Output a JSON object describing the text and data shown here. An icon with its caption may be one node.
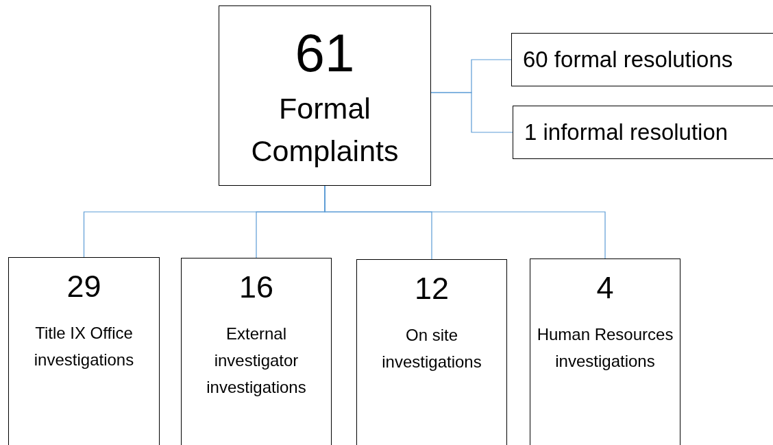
{
  "diagram": {
    "nodes": [
      {
        "text": [
          "61",
          "Formal Complaints"
        ]
      },
      {
        "text": [
          "60 formal resolutions"
        ]
      },
      {
        "text": [
          "1 informal resolution"
        ]
      },
      {
        "text": [
          "29",
          "Title IX Office investigations"
        ]
      },
      {
        "text": [
          "16",
          "External investigator investigations"
        ]
      },
      {
        "text": [
          "12",
          "On site investigations"
        ]
      },
      {
        "text": [
          "4",
          "Human Resources investigations"
        ]
      }
    ],
    "edges": [
      {
        "from": 0,
        "to": 1,
        "arrow": "none"
      },
      {
        "from": 0,
        "to": 2,
        "arrow": "none"
      },
      {
        "from": 0,
        "to": 3,
        "arrow": "none"
      },
      {
        "from": 0,
        "to": 4,
        "arrow": "none"
      },
      {
        "from": 0,
        "to": 5,
        "arrow": "none"
      },
      {
        "from": 0,
        "to": 6,
        "arrow": "none"
      }
    ]
  }
}
